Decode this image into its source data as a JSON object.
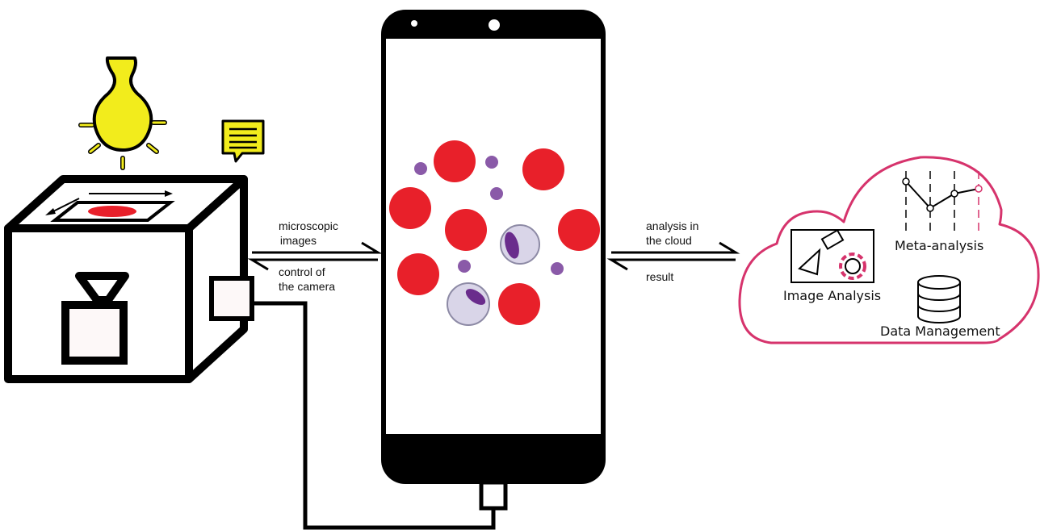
{
  "labels": {
    "microscopic_images": [
      "microscopic",
      " images"
    ],
    "control_camera": [
      "control of",
      "the camera"
    ],
    "analysis_cloud": [
      "analysis in",
      "the cloud"
    ],
    "result": "result"
  },
  "cloud": {
    "image_analysis": "Image Analysis",
    "meta_analysis": "Meta-analysis",
    "data_management": "Data Management"
  },
  "colors": {
    "outline": "#000000",
    "cell_red": "#e8202a",
    "platelet": "#8a5aa8",
    "wbc_fill": "#d9d5e8",
    "wbc_nucleus": "#6a2c8c",
    "bulb": "#f2ec1c",
    "cloud_accent": "#d6336c",
    "sample_red": "#e8202a"
  },
  "icons": {
    "lamp": "lightbulb-icon",
    "notification": "speech-bubble-icon",
    "camera": "camera-icon",
    "phone": "smartphone-icon",
    "database": "database-icon"
  }
}
